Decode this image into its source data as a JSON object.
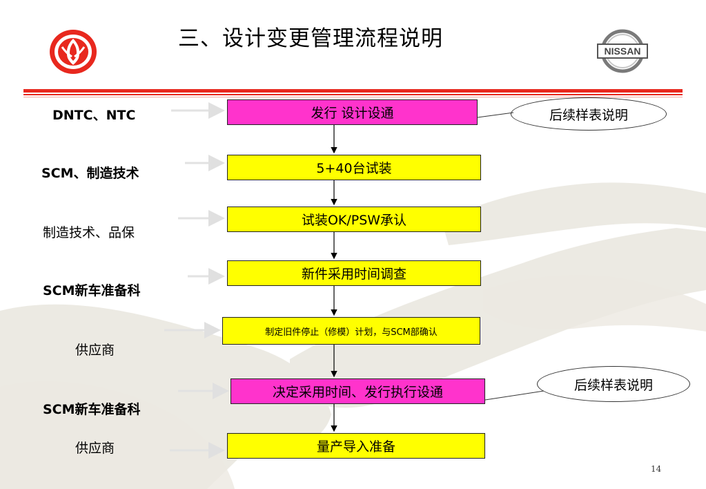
{
  "title": "三、设计变更管理流程说明",
  "logos": {
    "left": "dongfeng-logo",
    "right": "nissan-logo",
    "right_text": "NISSAN"
  },
  "roles": [
    "DNTC、NTC",
    "SCM、制造技术",
    "制造技术、品保",
    "SCM新车准备科",
    "供应商",
    "SCM新车准备科",
    "供应商"
  ],
  "steps": [
    {
      "label": "发行 设计设通",
      "color": "#ff33cc"
    },
    {
      "label": "5+40台试装",
      "color": "#ffff00"
    },
    {
      "label": "试装OK/PSW承认",
      "color": "#ffff00"
    },
    {
      "label": "新件采用时间调查",
      "color": "#ffff00"
    },
    {
      "label": "制定旧件停止（修模）计划，与SCM部确认",
      "color": "#ffff00"
    },
    {
      "label": "决定采用时间、发行执行设通",
      "color": "#ff33cc"
    },
    {
      "label": "量产导入准备",
      "color": "#ffff00"
    }
  ],
  "callouts": [
    "后续样表说明",
    "后续样表说明"
  ],
  "page_number": "14",
  "colors": {
    "rule": "#e8281e",
    "yellow": "#ffff00",
    "magenta": "#ff33cc"
  }
}
